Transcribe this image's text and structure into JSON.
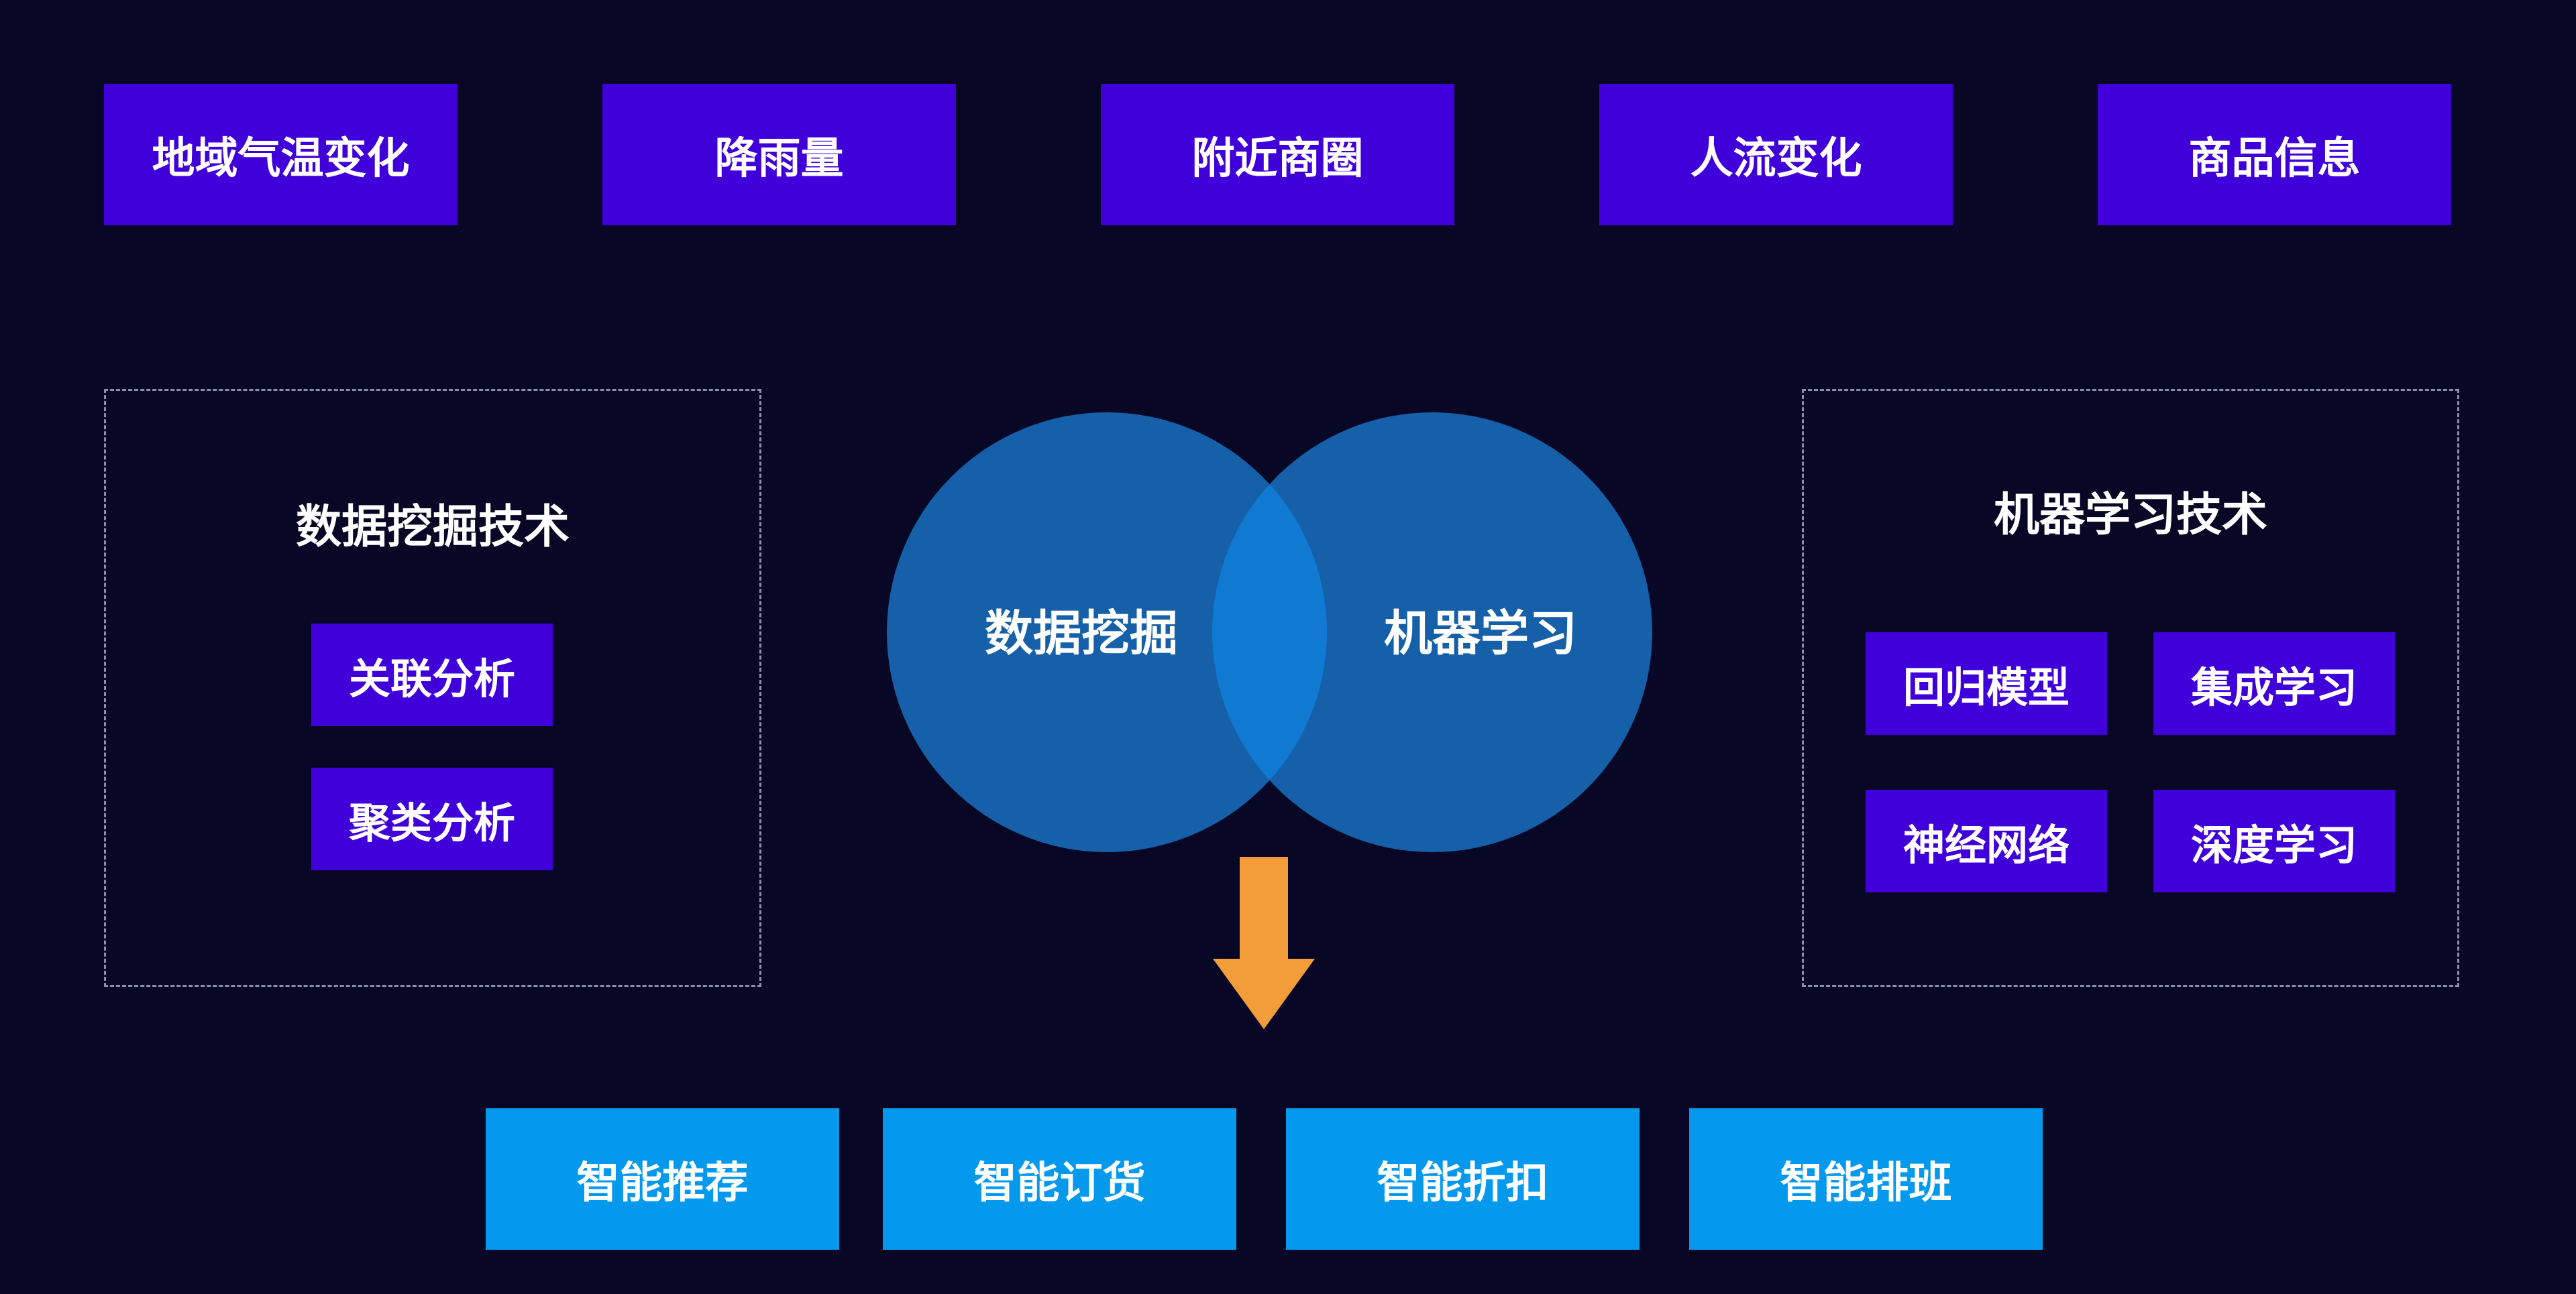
{
  "inputs": [
    "地域气温变化",
    "降雨量",
    "附近商圈",
    "人流变化",
    "商品信息"
  ],
  "left_panel": {
    "title": "数据挖掘技术",
    "items": [
      "关联分析",
      "聚类分析"
    ]
  },
  "right_panel": {
    "title": "机器学习技术",
    "items": [
      "回归模型",
      "集成学习",
      "神经网络",
      "深度学习"
    ]
  },
  "venn": {
    "left_label": "数据挖掘",
    "right_label": "机器学习",
    "circle_color": "#1560a8",
    "overlap_color": "#1079d2"
  },
  "arrow_color": "#f29c3a",
  "outputs": [
    "智能推荐",
    "智能订货",
    "智能折扣",
    "智能排班"
  ],
  "colors": {
    "background": "#090726",
    "input_box": "#3f00d9",
    "output_box": "#0499ec"
  }
}
